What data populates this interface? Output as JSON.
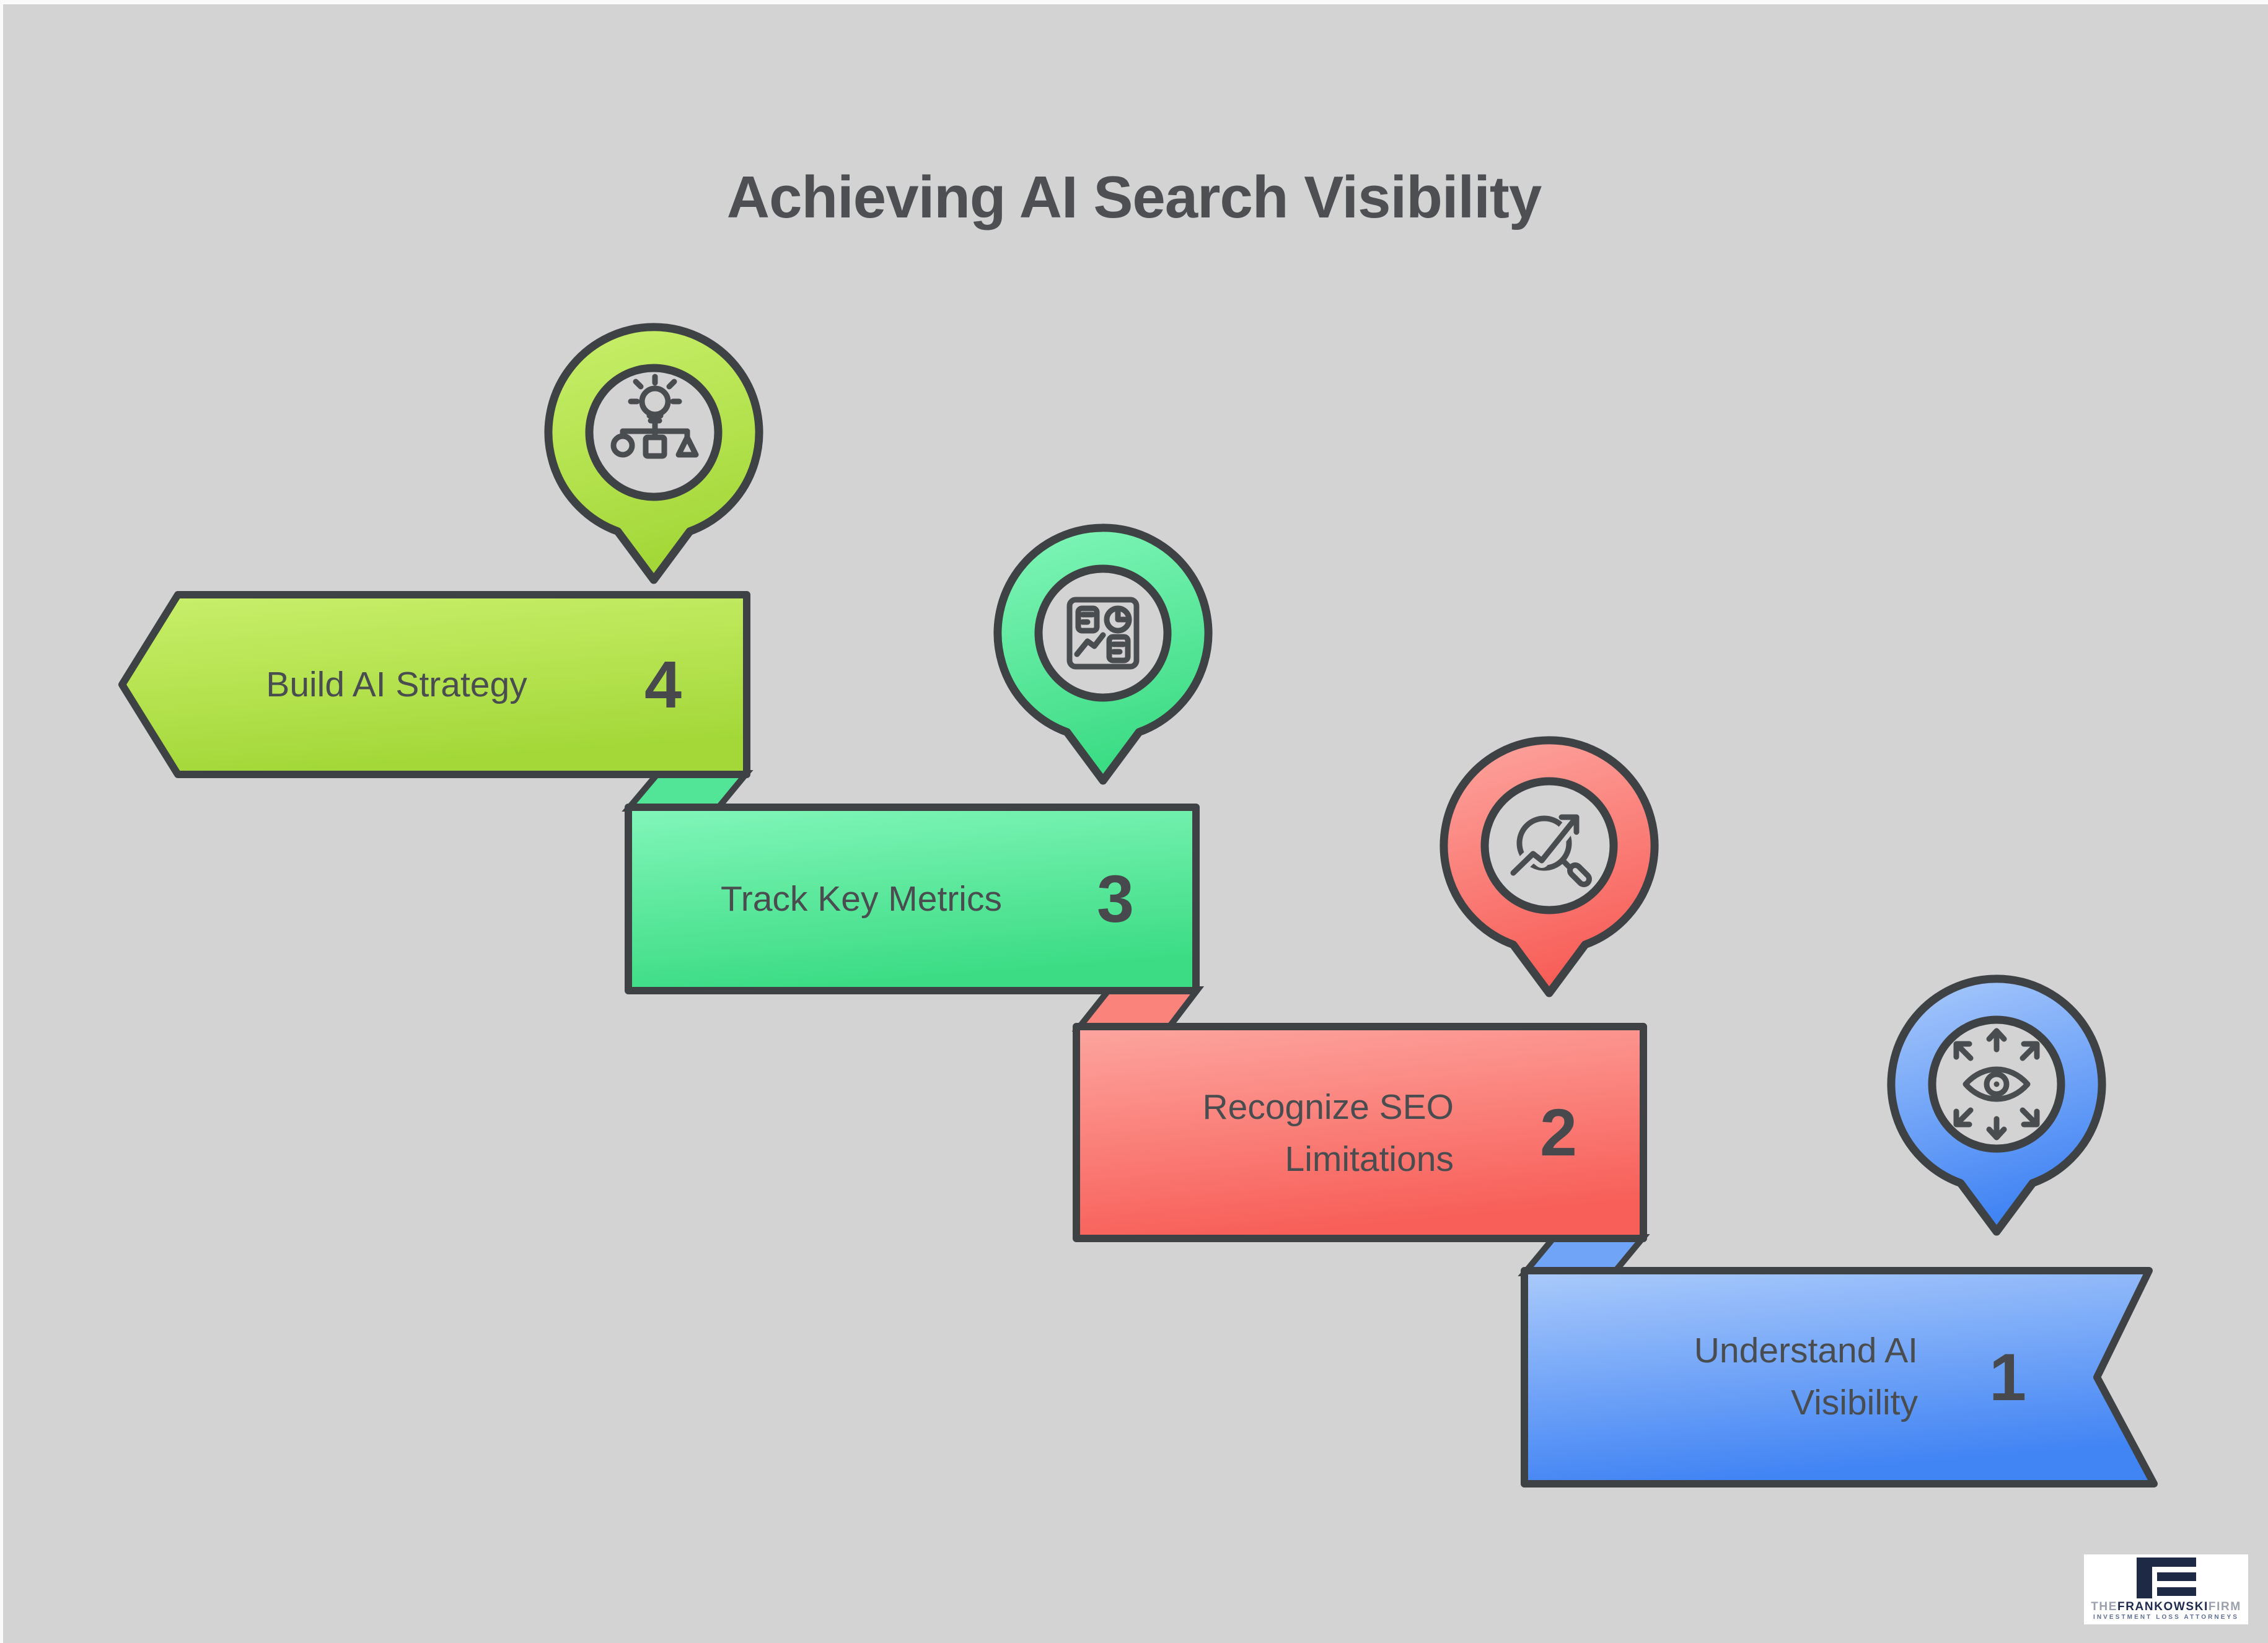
{
  "title": "Achieving AI Search Visibility",
  "steps": [
    {
      "number": "1",
      "label": "Understand AI Visibility",
      "lines": [
        "Understand AI",
        "Visibility"
      ],
      "color": "#4486f5",
      "color_light": "#aacafb",
      "icon": "visibility-eye-arrows"
    },
    {
      "number": "2",
      "label": "Recognize SEO Limitations",
      "lines": [
        "Recognize SEO",
        "Limitations"
      ],
      "color": "#f8615b",
      "color_light": "#fda59f",
      "icon": "seo-analysis-magnifier"
    },
    {
      "number": "3",
      "label": "Track Key Metrics",
      "lines": [
        "Track Key Metrics"
      ],
      "color": "#3edd86",
      "color_light": "#82f6b9",
      "icon": "metrics-dashboard"
    },
    {
      "number": "4",
      "label": "Build AI Strategy",
      "lines": [
        "Build AI Strategy"
      ],
      "color": "#a4d939",
      "color_light": "#c9ef6b",
      "icon": "strategy-idea-flowchart"
    }
  ],
  "logo": {
    "name_pre": "THE",
    "name_main": "FRANKOWSKI",
    "name_post": "FIRM",
    "tagline": "INVESTMENT LOSS ATTORNEYS"
  },
  "colors": {
    "background": "#d2d3d2",
    "outline": "#3f4245",
    "label_text": "#4a4d50",
    "title_text": "#4d4f53",
    "logo_navy": "#1d2945"
  }
}
